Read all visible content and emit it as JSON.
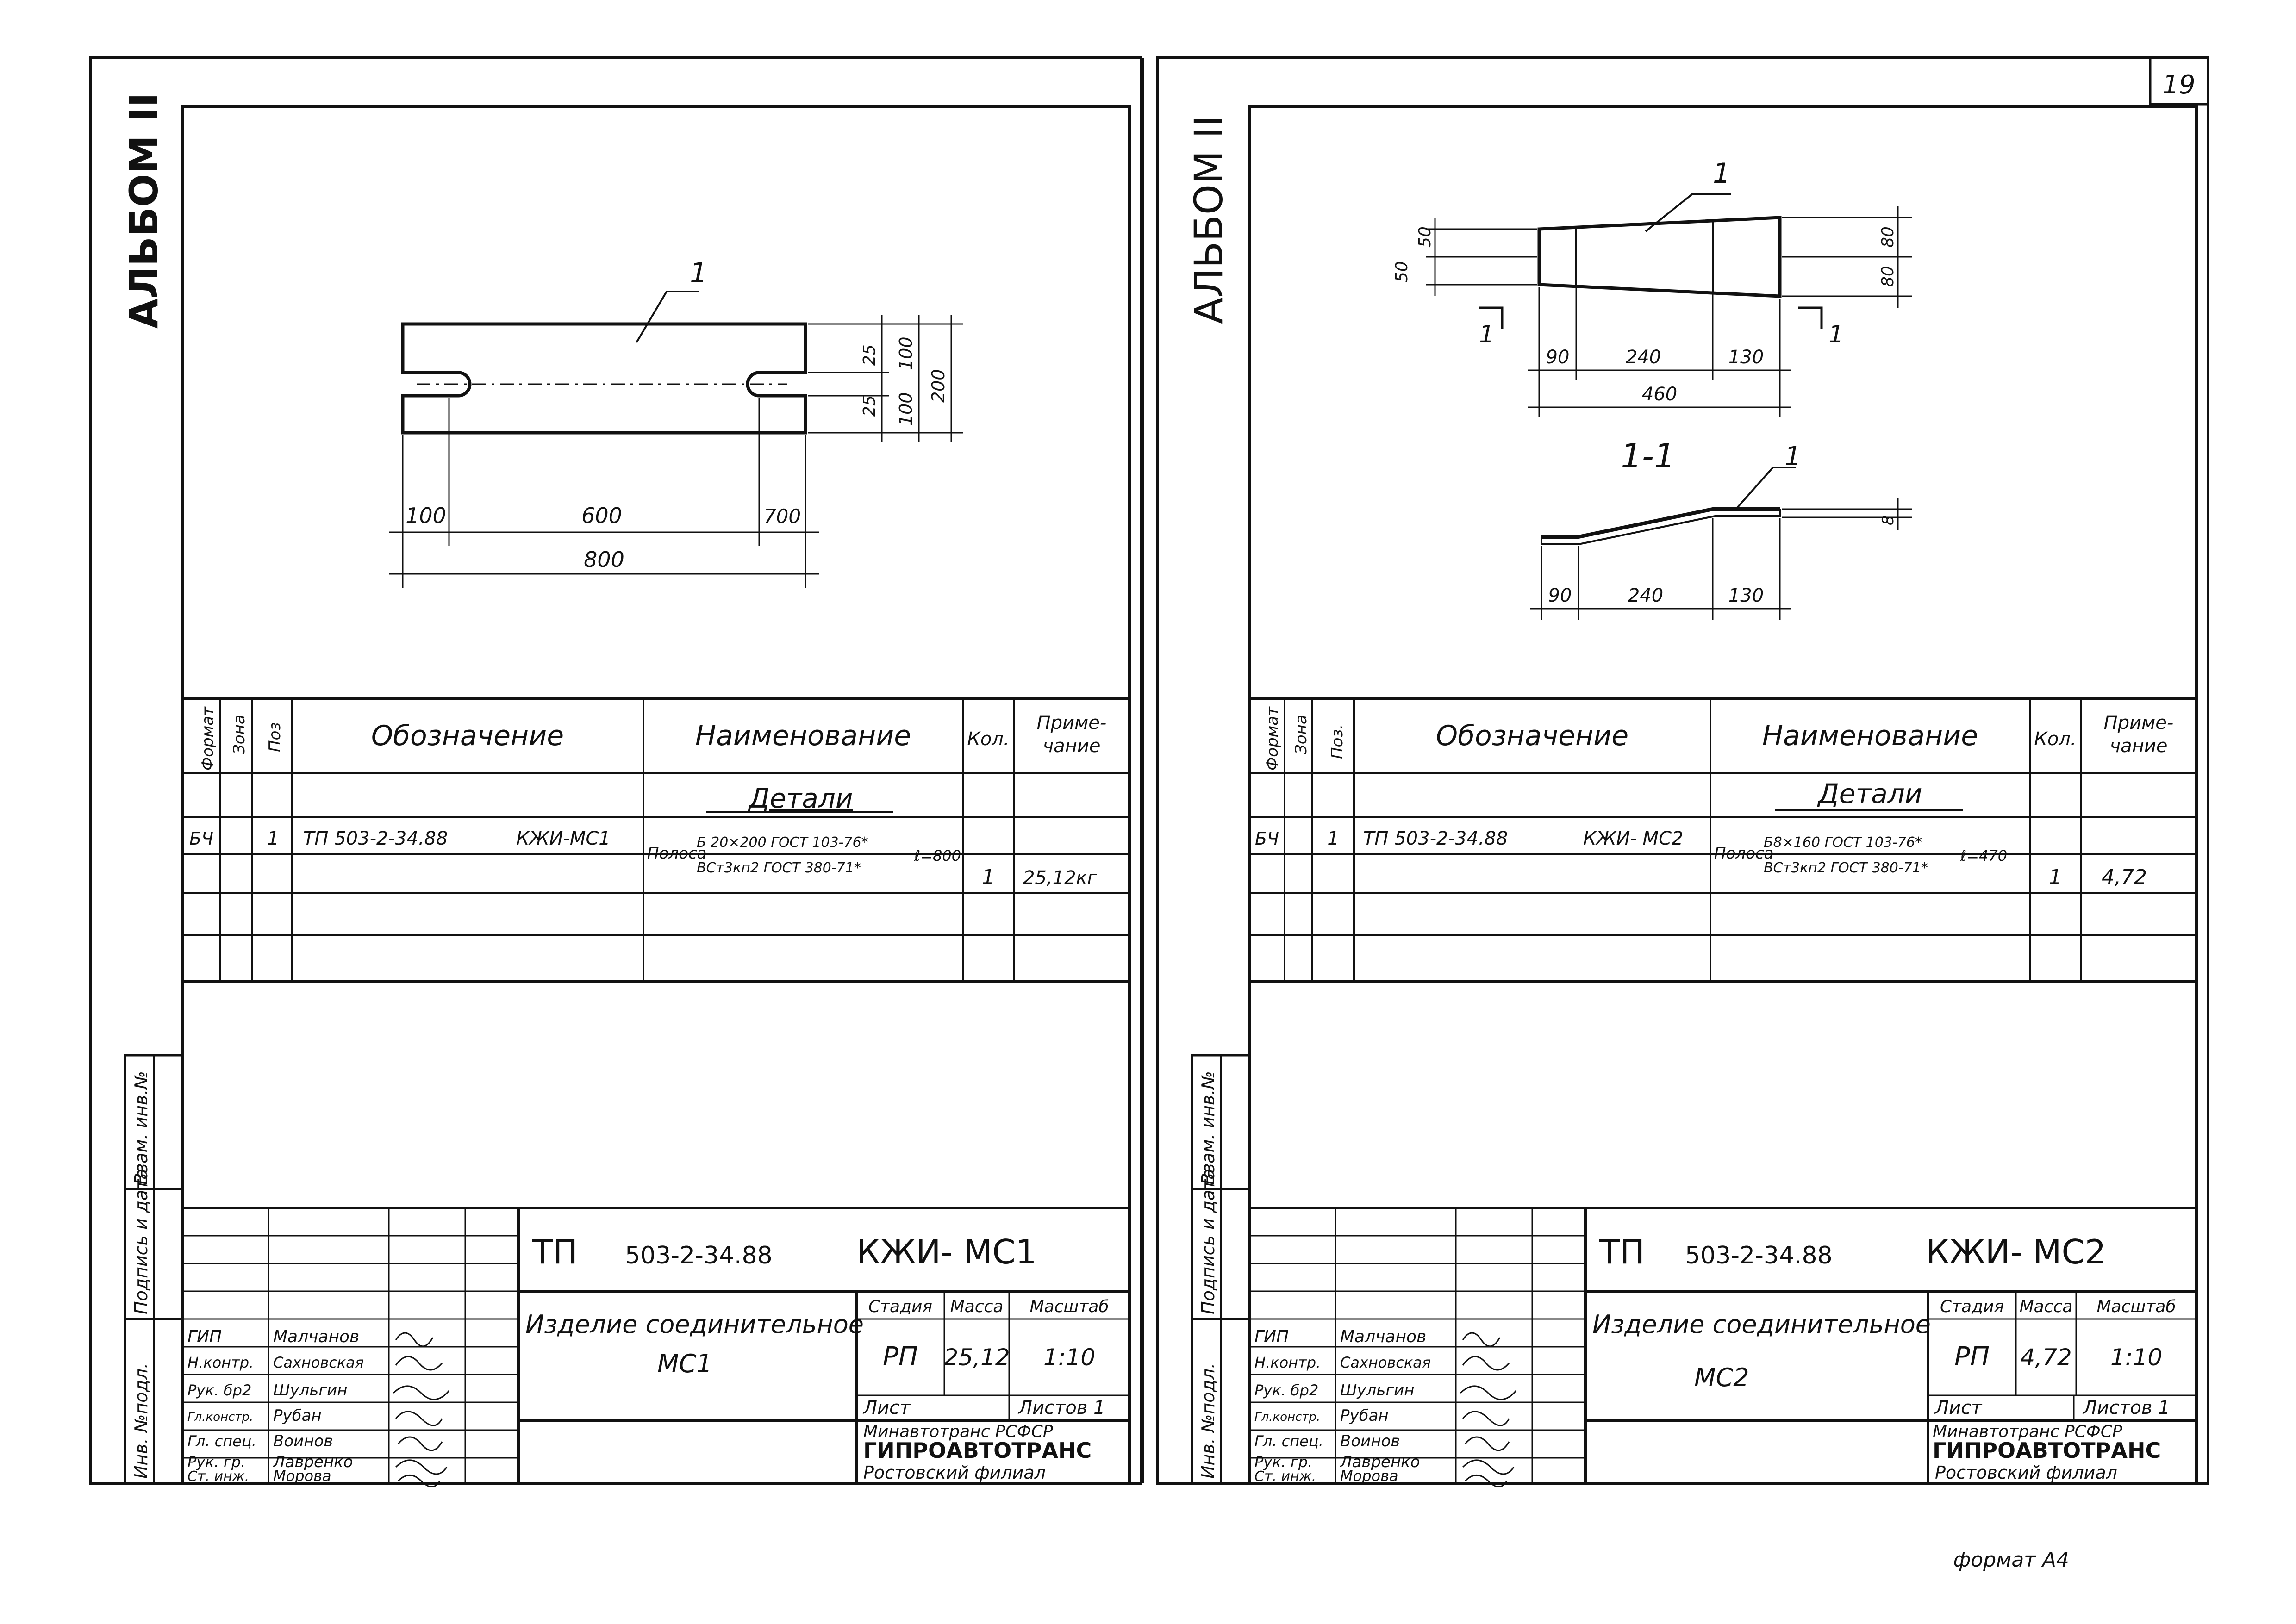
{
  "page": {
    "page_number": "19",
    "format_note": "формат А4"
  },
  "spec_headers": {
    "format": "Формат",
    "zone": "Зона",
    "pos": "Поз",
    "pos_right": "Поз.",
    "designation": "Обозначение",
    "name": "Наименование",
    "qty": "Кол.",
    "note": "Приме-чание",
    "note_line1": "Приме-",
    "note_line2": "чание"
  },
  "side_stamp": {
    "inv_vzam": "Взам. инв.№",
    "sign_date": "Подпись и дата",
    "inv_podl": "Инв. №подл."
  },
  "title_block_labels": {
    "stage": "Стадия",
    "mass": "Масса",
    "scale": "Масштаб",
    "sheet": "Лист",
    "sheets": "Листов 1",
    "org_line1": "Минавтотранс РСФСР",
    "org_line2": "ГИПРОАВТОТРАНС",
    "org_line3": "Ростовский филиал"
  },
  "sheets": [
    {
      "album": "АЛЬБОМ II",
      "drawing": {
        "position_label": "1",
        "dims": {
          "d100": "100",
          "d600": "600",
          "d700": "700",
          "d800": "800",
          "d25": "25",
          "d100v": "100",
          "d200": "200",
          "d25b": "25",
          "d100b": "100"
        }
      },
      "spec": {
        "section": "Детали",
        "row": {
          "format": "БЧ",
          "pos": "1",
          "designation": "ТП 503-2-34.88",
          "mark": "КЖИ-МС1",
          "name_prefix": "Полоса",
          "name_top": "Б 20×200 ГОСТ 103-76*",
          "name_bottom": "ВСт3кп2 ГОСТ 380-71*",
          "length": "ℓ=800",
          "qty": "1",
          "note": "25,12кг"
        }
      },
      "title_block": {
        "code_tp": "ТП",
        "code_num": "503-2-34.88",
        "code_mark": "КЖИ- МС1",
        "title_line1": "Изделие соединительное",
        "title_line2": "МС1",
        "stage_value": "РП",
        "mass_value": "25,12",
        "scale_value": "1:10",
        "people": [
          {
            "role": "ГИП",
            "name": "Малчанов"
          },
          {
            "role": "Н.контр.",
            "name": "Сахновская"
          },
          {
            "role": "Рук. бр2",
            "name": "Шульгин"
          },
          {
            "role": "Гл.констр.",
            "name": "Рубан"
          },
          {
            "role": "Гл. спец.",
            "name": "Воинов"
          },
          {
            "role": "Рук. гр.",
            "name": "Лавренко"
          },
          {
            "role": "Ст. инж.",
            "name": "Морова"
          }
        ]
      }
    },
    {
      "album": "АЛЬБОМ II",
      "drawing": {
        "position_label": "1",
        "section_label": "1-1",
        "section_mark": "1",
        "dims": {
          "d50a": "50",
          "d50b": "50",
          "d80a": "80",
          "d80b": "80",
          "d90": "90",
          "d240": "240",
          "d130": "130",
          "d460": "460",
          "s90": "90",
          "s240": "240",
          "s130": "130",
          "s8": "8"
        }
      },
      "spec": {
        "section": "Детали",
        "row": {
          "format": "БЧ",
          "pos": "1",
          "designation": "ТП 503-2-34.88",
          "mark": "КЖИ- МС2",
          "name_prefix": "Полоса",
          "name_top": "Б8×160 ГОСТ 103-76*",
          "name_bottom": "ВСт3кп2 ГОСТ 380-71*",
          "length": "ℓ=470",
          "qty": "1",
          "note": "4,72"
        }
      },
      "title_block": {
        "code_tp": "ТП",
        "code_num": "503-2-34.88",
        "code_mark": "КЖИ- МС2",
        "title_line1": "Изделие соединительное",
        "title_line2": "МС2",
        "stage_value": "РП",
        "mass_value": "4,72",
        "scale_value": "1:10",
        "people": [
          {
            "role": "ГИП",
            "name": "Малчанов"
          },
          {
            "role": "Н.контр.",
            "name": "Сахновская"
          },
          {
            "role": "Рук. бр2",
            "name": "Шульгин"
          },
          {
            "role": "Гл.констр.",
            "name": "Рубан"
          },
          {
            "role": "Гл. спец.",
            "name": "Воинов"
          },
          {
            "role": "Рук. гр.",
            "name": "Лавренко"
          },
          {
            "role": "Ст. инж.",
            "name": "Морова"
          }
        ]
      }
    }
  ]
}
